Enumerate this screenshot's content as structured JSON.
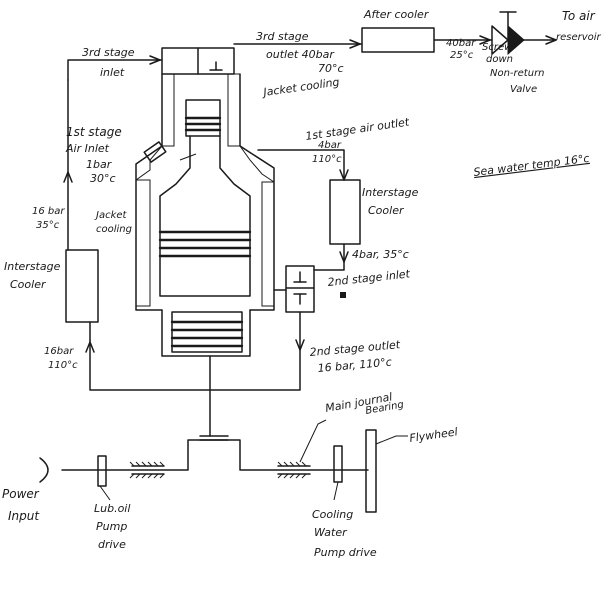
{
  "labels": {
    "third_stage_inlet_l1": "3rd stage",
    "third_stage_inlet_l2": "inlet",
    "third_stage_outlet_l1": "3rd stage",
    "third_stage_outlet_l2": "outlet 40bar",
    "third_stage_outlet_l3": "70°c",
    "aftercooler": "After cooler",
    "after_p": "40bar",
    "after_t": "25°c",
    "to_air_l1": "To air",
    "to_air_l2": "reservoir",
    "valve_l1": "Screw",
    "valve_l2": "down",
    "valve_l3": "Non-return",
    "valve_l4": "Valve",
    "jacket_top": "Jacket cooling",
    "first_outlet": "1st stage air outlet",
    "first_inlet_l1": "1st stage",
    "first_inlet_l2": "Air Inlet",
    "first_inlet_l3": "1bar",
    "first_inlet_l4": "30°c",
    "p_4bar_110_l1": "4bar",
    "p_4bar_110_l2": "110°c",
    "sea_water": "Sea water temp 16°c",
    "interstage_right_l1": "Interstage",
    "interstage_right_l2": "Cooler",
    "p_4bar_35": "4bar, 35°c",
    "second_inlet": "2nd stage inlet",
    "jacket_left_l1": "Jacket",
    "jacket_left_l2": "cooling",
    "p_16bar_35_l1": "16 bar",
    "p_16bar_35_l2": "35°c",
    "interstage_left_l1": "Interstage",
    "interstage_left_l2": "Cooler",
    "p_16bar_110_l1": "16bar",
    "p_16bar_110_l2": "110°c",
    "second_outlet_l1": "2nd stage outlet",
    "second_outlet_l2": "16 bar, 110°c",
    "main_bearing_l1": "Main journal",
    "main_bearing_l2": "Bearing",
    "flywheel": "Flywheel",
    "power_l1": "Power",
    "power_l2": "Input",
    "lub_l1": "Lub.oil",
    "lub_l2": "Pump",
    "lub_l3": "drive",
    "cw_l1": "Cooling",
    "cw_l2": "Water",
    "cw_l3": "Pump drive"
  }
}
